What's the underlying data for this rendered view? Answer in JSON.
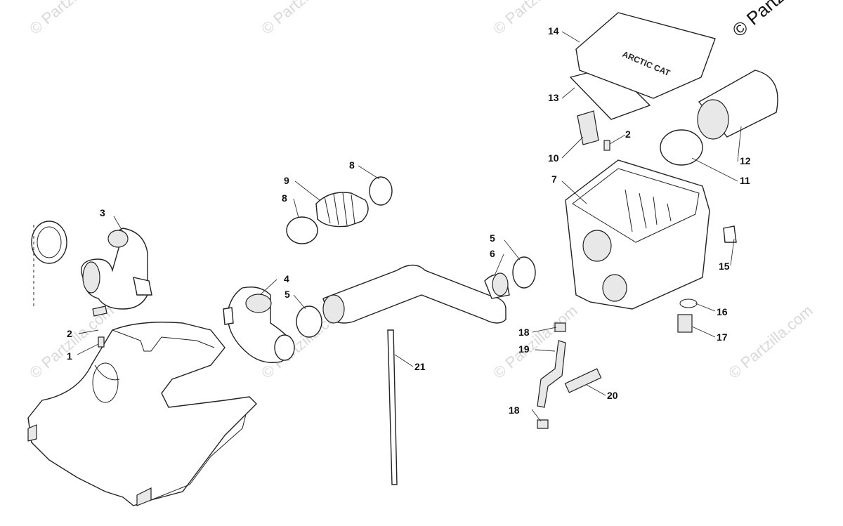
{
  "copyright": "© Partzilla.com",
  "watermark": "© Partzilla.com",
  "lid_brand": "ARCTIC CAT",
  "callouts": {
    "c1": "1",
    "c2a": "2",
    "c2b": "2",
    "c3": "3",
    "c4": "4",
    "c5a": "5",
    "c5b": "5",
    "c6": "6",
    "c7": "7",
    "c8a": "8",
    "c8b": "8",
    "c9": "9",
    "c10": "10",
    "c11": "11",
    "c12": "12",
    "c13": "13",
    "c14": "14",
    "c15": "15",
    "c16": "16",
    "c17": "17",
    "c18a": "18",
    "c18b": "18",
    "c19": "19",
    "c20": "20",
    "c21": "21"
  }
}
